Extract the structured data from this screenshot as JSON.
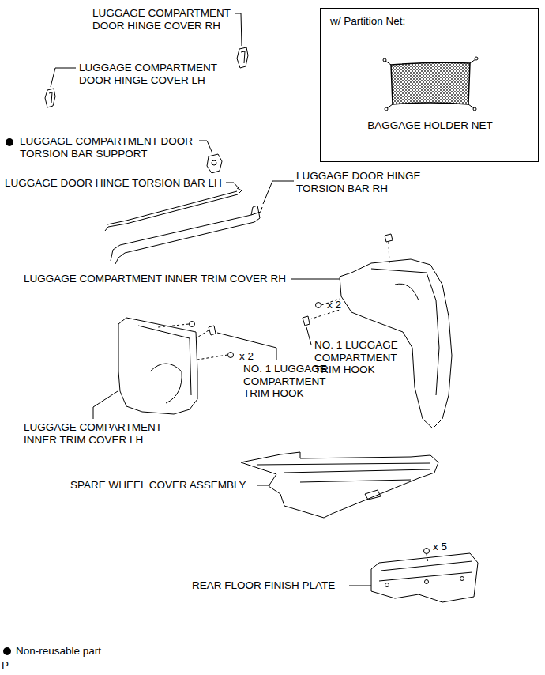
{
  "diagram": {
    "nodes": [
      {
        "text": [
          "w/ Partition Net:",
          "BAGGAGE HOLDER NET"
        ]
      }
    ],
    "labels": [
      "LUGGAGE COMPARTMENT DOOR HINGE COVER RH",
      "LUGGAGE COMPARTMENT DOOR HINGE COVER LH",
      "LUGGAGE COMPARTMENT DOOR TORSION BAR SUPPORT",
      "LUGGAGE DOOR HINGE TORSION BAR LH",
      "LUGGAGE DOOR HINGE TORSION BAR RH",
      "LUGGAGE COMPARTMENT INNER TRIM COVER RH",
      "x 2",
      "NO. 1 LUGGAGE COMPARTMENT TRIM HOOK",
      "x 2",
      "NO. 1 LUGGAGE COMPARTMENT TRIM HOOK",
      "LUGGAGE COMPARTMENT INNER TRIM COVER LH",
      "SPARE WHEEL COVER ASSEMBLY",
      "x 5",
      "REAR FLOOR FINISH PLATE",
      "P"
    ],
    "legend": [
      {
        "text": "Non-reusable part"
      }
    ]
  }
}
